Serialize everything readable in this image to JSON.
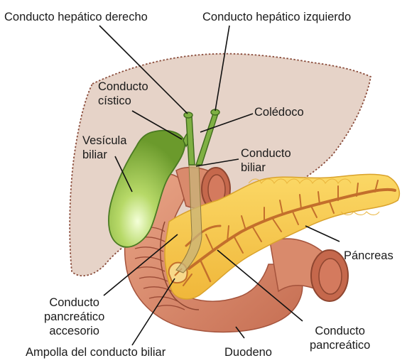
{
  "labels": {
    "right_hepatic_duct": "Conducto hepático derecho",
    "left_hepatic_duct": "Conducto hepático izquierdo",
    "cystic_duct": {
      "line1": "Conducto",
      "line2": "cístico"
    },
    "common_hepatic_duct": "Colédoco",
    "gallbladder": {
      "line1": "Vesícula",
      "line2": "biliar"
    },
    "bile_duct": {
      "line1": "Conducto",
      "line2": "biliar"
    },
    "pancreas": "Páncreas",
    "accessory_pancreatic_duct": {
      "line1": "Conducto",
      "line2": "pancreático",
      "line3": "accesorio"
    },
    "pancreatic_duct": {
      "line1": "Conducto",
      "line2": "pancreático"
    },
    "ampulla": "Ampolla del conducto biliar",
    "duodenum": "Duodeno"
  },
  "colors": {
    "liver": "#e6d3c8",
    "liver_outline": "#8b4d3c",
    "duodenum": "#d98a6c",
    "duodenum_dark": "#b8614a",
    "pancreas": "#f5c94a",
    "pancreas_dark": "#e3a92b",
    "duct": "#c36f2c",
    "gallbladder": "#9bc34a",
    "gallbladder_dark": "#4a7a22",
    "bile_duct": "#6aa03a",
    "leader": "#111111"
  }
}
